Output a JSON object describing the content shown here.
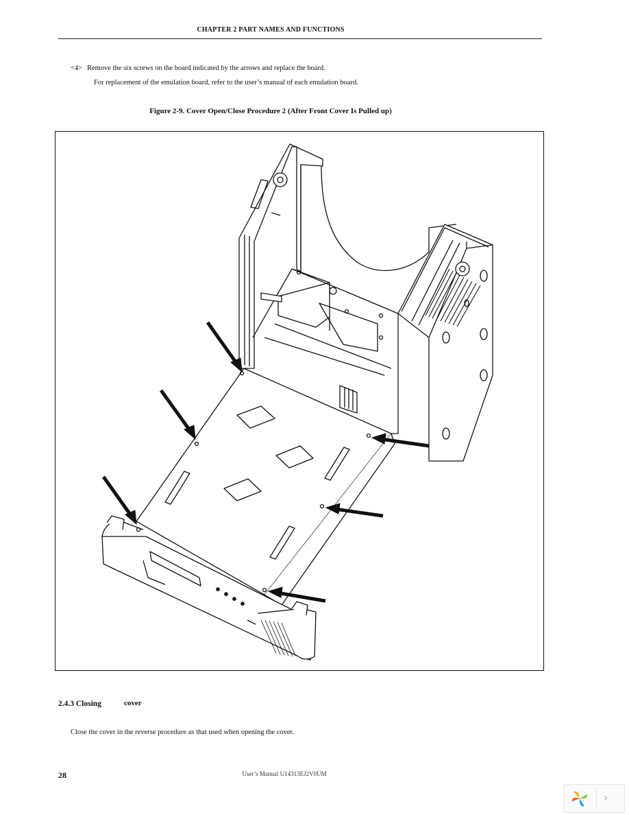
{
  "header": {
    "chapter": "CHAPTER 2  PART NAMES AND FUNCTIONS"
  },
  "step": {
    "number": "<4>",
    "text": "Remove the six screws on the board indicated by the arrows and replace the board.",
    "note": "For replacement of the emulation board, refer to the user’s manual of each emulation board."
  },
  "figure": {
    "caption": "Figure 2-9.  Cover Open/Close Procedure 2 (After Front Cover Is Pulled up)"
  },
  "section": {
    "heading": "2.4.3 Closing",
    "heading_word": "cover",
    "body": "Close the cover in the reverse procedure as that used when opening the cover."
  },
  "footer": {
    "page_number": "28",
    "manual": "User’s Manual U14313EJ2V0UM"
  },
  "viewer": {
    "logo_icon": "pinwheel-logo-icon",
    "next_icon": "chevron-right-icon"
  }
}
